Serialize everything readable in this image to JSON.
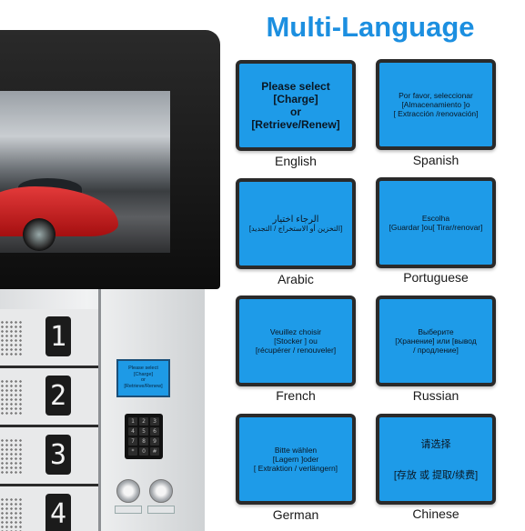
{
  "title": "Multi-Language",
  "cards": [
    {
      "language": "English",
      "lines": [
        "Please select",
        "[Charge]",
        "or",
        "[Retrieve/Renew]"
      ]
    },
    {
      "language": "Spanish",
      "lines": [
        "Por favor, seleccionar",
        "[Almacenamiento ]o",
        "[ Extracción /renovación]"
      ]
    },
    {
      "language": "Arabic",
      "lines": [
        "الرجاء اختيار",
        "[التخزين أو الاستخراج / التجديد]"
      ]
    },
    {
      "language": "Portuguese",
      "lines": [
        "Escolha",
        "[Guardar ]ou[ Tirar/renovar]"
      ]
    },
    {
      "language": "French",
      "lines": [
        "Veuillez choisir",
        "[Stocker ] ou",
        "[récupérer / renouveler]"
      ]
    },
    {
      "language": "Russian",
      "lines": [
        "Выберите",
        "[Хранение] или [вывод",
        "/ продление]"
      ]
    },
    {
      "language": "German",
      "lines": [
        "Bitte wählen",
        "[Lagern ]oder",
        "[ Extraktion / verlängern]"
      ]
    },
    {
      "language": "Chinese",
      "lines": [
        "请选择",
        "",
        "[存放 或 提取/续费]"
      ]
    }
  ],
  "kiosk": {
    "slots": [
      "1",
      "2",
      "3",
      "4"
    ],
    "mini_screen_lines": [
      "Please select",
      "[Charge]",
      "or",
      "[Retrieve/Renew]"
    ],
    "keypad_keys": [
      "1",
      "2",
      "3",
      "4",
      "5",
      "6",
      "7",
      "8",
      "9",
      "*",
      "0",
      "#"
    ]
  },
  "colors": {
    "title": "#1c8fe0",
    "card_fill": "#1e9be8",
    "card_border": "#2a2a2a"
  }
}
